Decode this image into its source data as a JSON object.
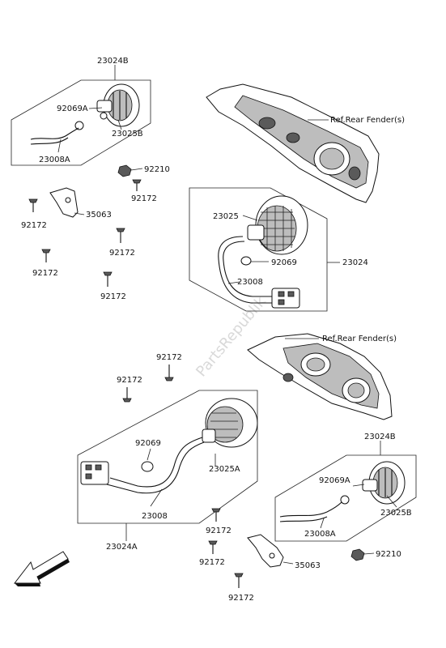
{
  "watermark": "PartsRepublik",
  "labels": {
    "top_23024B": "23024B",
    "top_92069A": "92069A",
    "top_23025B": "23025B",
    "top_23008A": "23008A",
    "ref_top": "Ref.Rear Fender(s)",
    "l_92210": "92210",
    "l_92172_a": "92172",
    "l_92172_b": "92172",
    "l_35063": "35063",
    "l_92172_c": "92172",
    "l_92172_d": "92172",
    "l_92172_e": "92172",
    "r_23025": "23025",
    "r_92069": "92069",
    "r_23024": "23024",
    "r_23008": "23008",
    "ref_mid": "Ref.Rear Fender(s)",
    "m_92172_a": "92172",
    "m_92172_b": "92172",
    "b_92069": "92069",
    "b_23025A": "23025A",
    "b_23008": "23008",
    "b_23024A": "23024A",
    "br_23024B": "23024B",
    "br_92069A": "92069A",
    "br_23025B": "23025B",
    "br_23008A": "23008A",
    "br_92210": "92210",
    "br_35063": "35063",
    "br_92172_a": "92172",
    "br_92172_b": "92172",
    "br_92172_c": "92172"
  }
}
